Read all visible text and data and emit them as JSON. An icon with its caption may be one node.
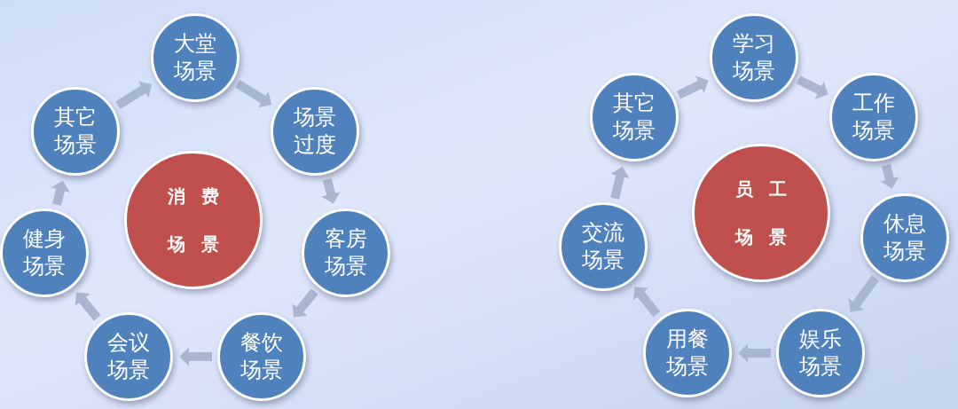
{
  "diagram": {
    "nodes": [
      {
        "text": [
          "消费场景"
        ]
      },
      {
        "text": [
          "大堂场景"
        ]
      },
      {
        "text": [
          "场景过度"
        ]
      },
      {
        "text": [
          "客房场景"
        ]
      },
      {
        "text": [
          "餐饮场景"
        ]
      },
      {
        "text": [
          "会议场景"
        ]
      },
      {
        "text": [
          "健身场景"
        ]
      },
      {
        "text": [
          "其它场景"
        ]
      },
      {
        "text": [
          "员工场景"
        ]
      },
      {
        "text": [
          "学习场景"
        ]
      },
      {
        "text": [
          "工作场景"
        ]
      },
      {
        "text": [
          "休息场景"
        ]
      },
      {
        "text": [
          "娱乐场景"
        ]
      },
      {
        "text": [
          "用餐场景"
        ]
      },
      {
        "text": [
          "交流场景"
        ]
      },
      {
        "text": [
          "其它场景"
        ]
      }
    ],
    "edges": [
      {
        "from": 7,
        "to": 1,
        "arrow": "to"
      },
      {
        "from": 1,
        "to": 2,
        "arrow": "to"
      },
      {
        "from": 2,
        "to": 3,
        "arrow": "to"
      },
      {
        "from": 3,
        "to": 4,
        "arrow": "to"
      },
      {
        "from": 4,
        "to": 5,
        "arrow": "to"
      },
      {
        "from": 5,
        "to": 6,
        "arrow": "to"
      },
      {
        "from": 6,
        "to": 7,
        "arrow": "to"
      },
      {
        "from": 15,
        "to": 9,
        "arrow": "to"
      },
      {
        "from": 9,
        "to": 10,
        "arrow": "to"
      },
      {
        "from": 10,
        "to": 11,
        "arrow": "to"
      },
      {
        "from": 11,
        "to": 12,
        "arrow": "to"
      },
      {
        "from": 12,
        "to": 13,
        "arrow": "to"
      },
      {
        "from": 13,
        "to": 14,
        "arrow": "to"
      },
      {
        "from": 14,
        "to": 15,
        "arrow": "to"
      }
    ]
  }
}
